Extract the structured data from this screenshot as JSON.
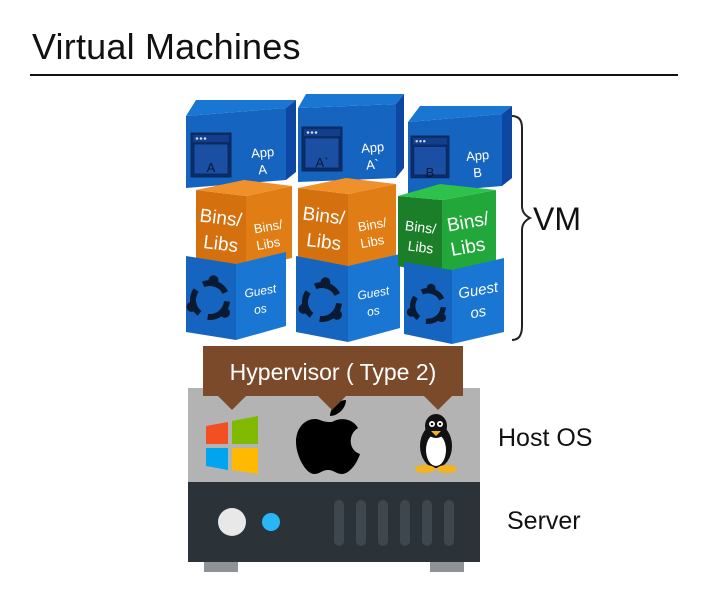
{
  "title": "Virtual Machines",
  "labels": {
    "vm": "VM",
    "host_os": "Host OS",
    "server": "Server",
    "hypervisor": "Hypervisor ( Type 2)"
  },
  "vms": [
    {
      "window_letter": "A",
      "app_line1": "App",
      "app_line2": "A",
      "bins_front": [
        "Bins/",
        "Libs"
      ],
      "bins_side": [
        "Bins/",
        "Libs"
      ],
      "bins_color": "orange",
      "guest_line1": "Guest",
      "guest_line2": "os"
    },
    {
      "window_letter": "A`",
      "app_line1": "App",
      "app_line2": "A`",
      "bins_front": [
        "Bins/",
        "Libs"
      ],
      "bins_side": [
        "Bins/",
        "Libs"
      ],
      "bins_color": "orange",
      "guest_line1": "Guest",
      "guest_line2": "os"
    },
    {
      "window_letter": "B",
      "app_line1": "App",
      "app_line2": "B",
      "bins_front": [
        "Bins/",
        "Libs"
      ],
      "bins_side": [
        "Bins/",
        "Libs"
      ],
      "bins_color": "green",
      "guest_line1": "Guest",
      "guest_line2": "os"
    }
  ],
  "host_os_icons": [
    "windows-icon",
    "apple-icon",
    "linux-tux-icon"
  ],
  "colors": {
    "blue_front": "#1565c0",
    "blue_top": "#1976d2",
    "blue_side": "#0d47a1",
    "orange_front": "#d4700d",
    "orange_side": "#e07d14",
    "orange_top": "#f0902a",
    "green_front": "#1b7f2a",
    "green_side": "#22a83a",
    "green_top": "#2ec24a",
    "hypervisor": "#7b4a2a",
    "host_os_bg": "#b3b3b3",
    "server_bg": "#2b3338"
  }
}
